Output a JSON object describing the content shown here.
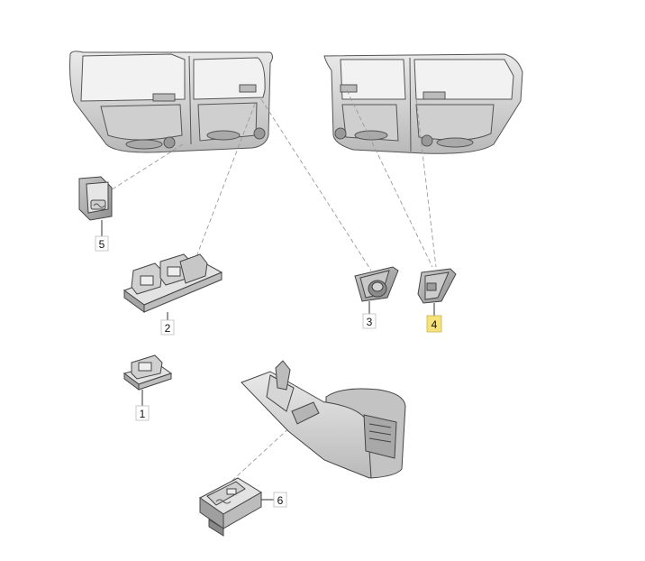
{
  "callouts": {
    "c1": "1",
    "c2": "2",
    "c3": "3",
    "c4": "4",
    "c5": "5",
    "c6": "6"
  },
  "highlight_color": "#f5e27a",
  "line_color": "#9a9a9a",
  "part_fill": "#d8d8d8",
  "part_shadow": "#9c9c9c"
}
